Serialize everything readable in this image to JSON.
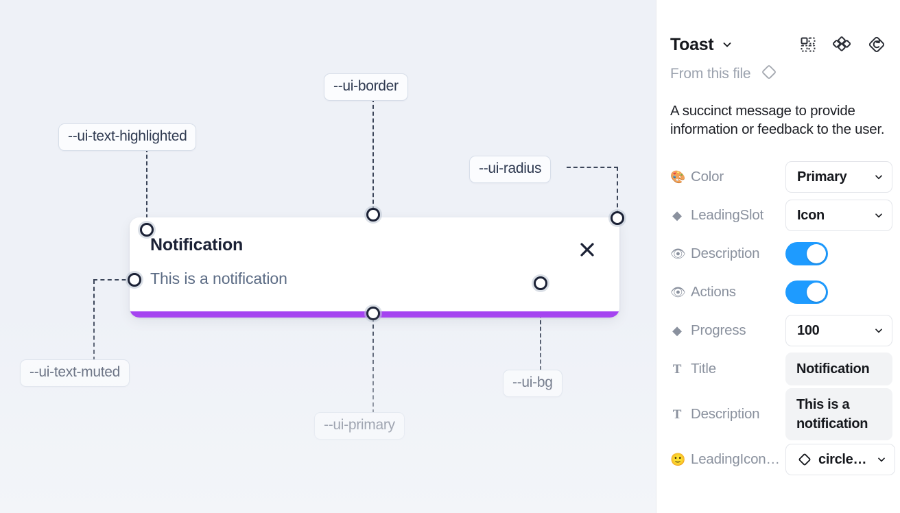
{
  "canvas": {
    "background_color": "#eef1f7",
    "toast": {
      "title": "Notification",
      "description": "This is a notification",
      "accent_color": "#a23ef0",
      "background_color": "#ffffff",
      "close_icon": "close-icon"
    },
    "tokens": [
      {
        "id": "text-highlighted",
        "label": "--ui-text-highlighted"
      },
      {
        "id": "border",
        "label": "--ui-border"
      },
      {
        "id": "radius",
        "label": "--ui-radius"
      },
      {
        "id": "text-muted",
        "label": "--ui-text-muted"
      },
      {
        "id": "primary",
        "label": "--ui-primary"
      },
      {
        "id": "bg",
        "label": "--ui-bg"
      }
    ]
  },
  "panel": {
    "title": "Toast",
    "title_caret_icon": "chevron-down-icon",
    "header_icons": [
      {
        "name": "component-grid-icon"
      },
      {
        "name": "variants-diamond-icon"
      },
      {
        "name": "reset-rotate-icon"
      }
    ],
    "from_this_file": {
      "label": "From this file",
      "icon": "diamond-icon"
    },
    "description": "A succinct message to provide information or feedback to the user.",
    "properties": [
      {
        "glyph": "🎨",
        "glyph_name": "palette-icon",
        "label": "Color",
        "control": "select",
        "value": "Primary"
      },
      {
        "glyph": "◆",
        "glyph_name": "diamond-icon",
        "label": "LeadingSlot",
        "control": "select",
        "value": "Icon"
      },
      {
        "glyph": "👁",
        "glyph_name": "eye-icon",
        "label": "Description",
        "control": "toggle",
        "value": "on"
      },
      {
        "glyph": "👁",
        "glyph_name": "eye-icon",
        "label": "Actions",
        "control": "toggle",
        "value": "on"
      },
      {
        "glyph": "◆",
        "glyph_name": "diamond-icon",
        "label": "Progress",
        "control": "select",
        "value": "100"
      },
      {
        "glyph": "T",
        "glyph_name": "text-type-icon",
        "label": "Title",
        "control": "text",
        "value": "Notification"
      },
      {
        "glyph": "T",
        "glyph_name": "text-type-icon",
        "label": "Description",
        "control": "text",
        "value": "This is a notification"
      },
      {
        "glyph": "🙂",
        "glyph_name": "emoji-icon",
        "label": "LeadingIcon…",
        "control": "icon-select",
        "value": "circle…"
      }
    ],
    "toggle_on_color": "#1e9bff"
  }
}
